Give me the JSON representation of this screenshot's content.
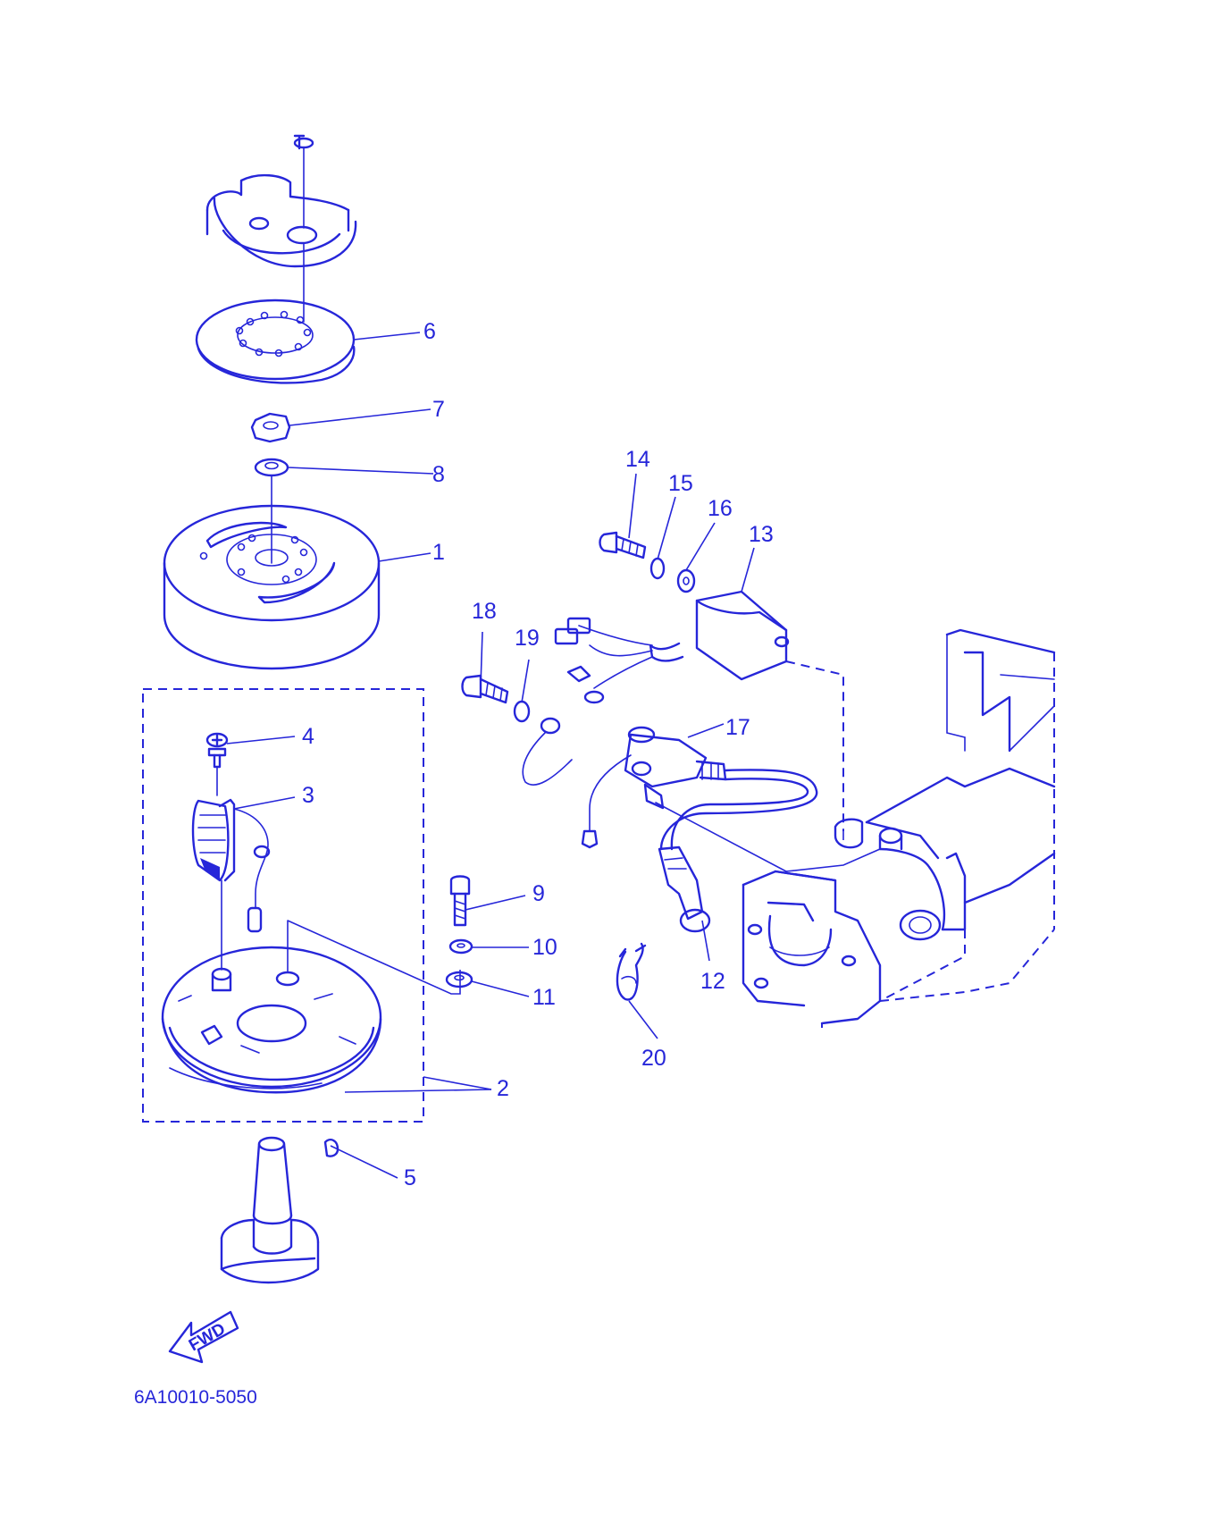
{
  "diagram": {
    "reference_code": "6A10010-5050",
    "direction_label": "FWD",
    "line_color": "#2626d9",
    "background_color": "#ffffff",
    "callouts": [
      {
        "id": "c1",
        "label": "1"
      },
      {
        "id": "c2",
        "label": "2"
      },
      {
        "id": "c3",
        "label": "3"
      },
      {
        "id": "c4",
        "label": "4"
      },
      {
        "id": "c5",
        "label": "5"
      },
      {
        "id": "c6",
        "label": "6"
      },
      {
        "id": "c7",
        "label": "7"
      },
      {
        "id": "c8",
        "label": "8"
      },
      {
        "id": "c9",
        "label": "9"
      },
      {
        "id": "c10",
        "label": "10"
      },
      {
        "id": "c11",
        "label": "11"
      },
      {
        "id": "c12",
        "label": "12"
      },
      {
        "id": "c13",
        "label": "13"
      },
      {
        "id": "c14",
        "label": "14"
      },
      {
        "id": "c15",
        "label": "15"
      },
      {
        "id": "c16",
        "label": "16"
      },
      {
        "id": "c17",
        "label": "17"
      },
      {
        "id": "c18",
        "label": "18"
      },
      {
        "id": "c19",
        "label": "19"
      },
      {
        "id": "c20",
        "label": "20"
      }
    ]
  }
}
